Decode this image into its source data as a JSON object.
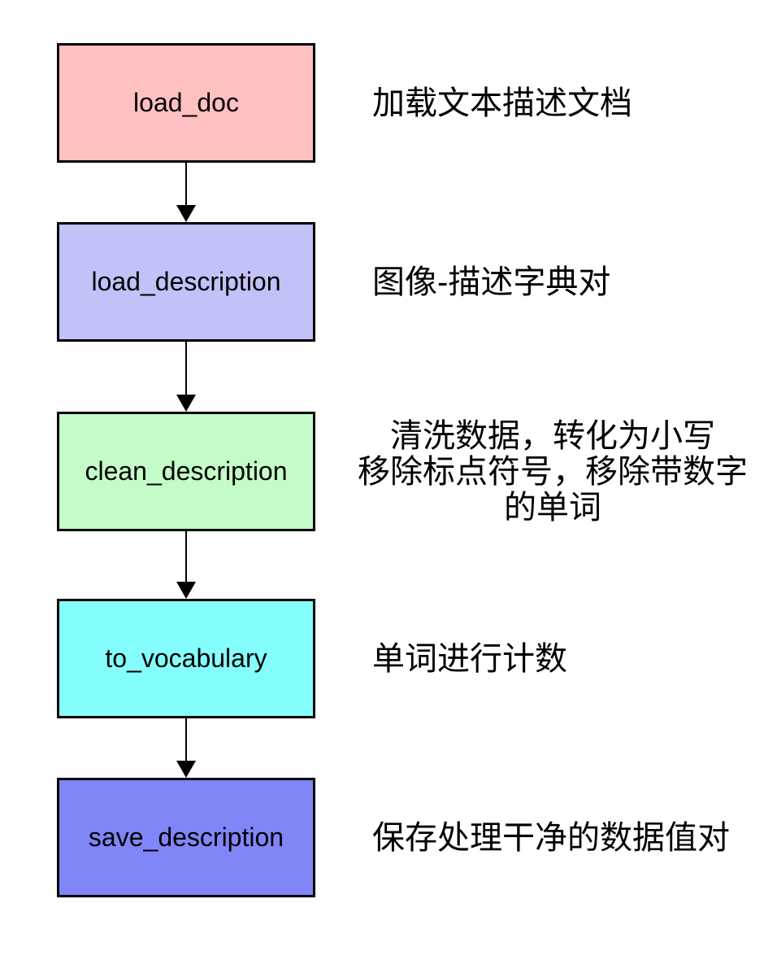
{
  "page": {
    "background": "#ffffff"
  },
  "flow": {
    "border_color": "#000000",
    "text_color": "#000000",
    "arrow_color": "#000000",
    "steps": [
      {
        "label": "load_doc",
        "fill": "#ffc0c1",
        "annotation": "加载文本描述文档"
      },
      {
        "label": "load_description",
        "fill": "#c1c2f8",
        "annotation": "图像-描述字典对"
      },
      {
        "label": "clean_description",
        "fill": "#c3fcc6",
        "annotation": "清洗数据，转化为小写\n移除标点符号，移除带数字\n的单词"
      },
      {
        "label": "to_vocabulary",
        "fill": "#84fdfd",
        "annotation": "单词进行计数"
      },
      {
        "label": "save_description",
        "fill": "#8085f7",
        "annotation": "保存处理干净的数据值对"
      }
    ]
  }
}
